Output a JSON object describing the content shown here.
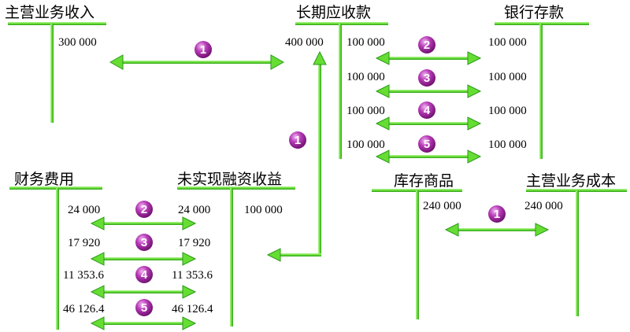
{
  "accounts": {
    "main_revenue": {
      "title": "主营业务收入",
      "credit": "300 000"
    },
    "long_receivable": {
      "title": "长期应收款",
      "debit": "400 000",
      "credits": [
        "100 000",
        "100 000",
        "100 000",
        "100 000"
      ]
    },
    "bank": {
      "title": "银行存款",
      "debits": [
        "100 000",
        "100 000",
        "100 000",
        "100 000"
      ]
    },
    "finance_expense": {
      "title": "财务费用",
      "debits": [
        "24 000",
        "17 920",
        "11 353.6",
        "46 126.4"
      ]
    },
    "unrealized_income": {
      "title": "未实现融资收益",
      "debits": [
        "24 000",
        "17 920",
        "11 353.6",
        "46 126.4"
      ],
      "credit": "100 000"
    },
    "inventory": {
      "title": "库存商品",
      "credit": "240 000"
    },
    "main_cost": {
      "title": "主营业务成本",
      "debit": "240 000"
    }
  },
  "badges": [
    "1",
    "2",
    "3",
    "4",
    "5"
  ],
  "colors": {
    "line": "#66dd33",
    "line_dark": "#2a9a18",
    "badge": "#9b1f9b",
    "badge_light": "#e38be3",
    "text": "#000000"
  }
}
